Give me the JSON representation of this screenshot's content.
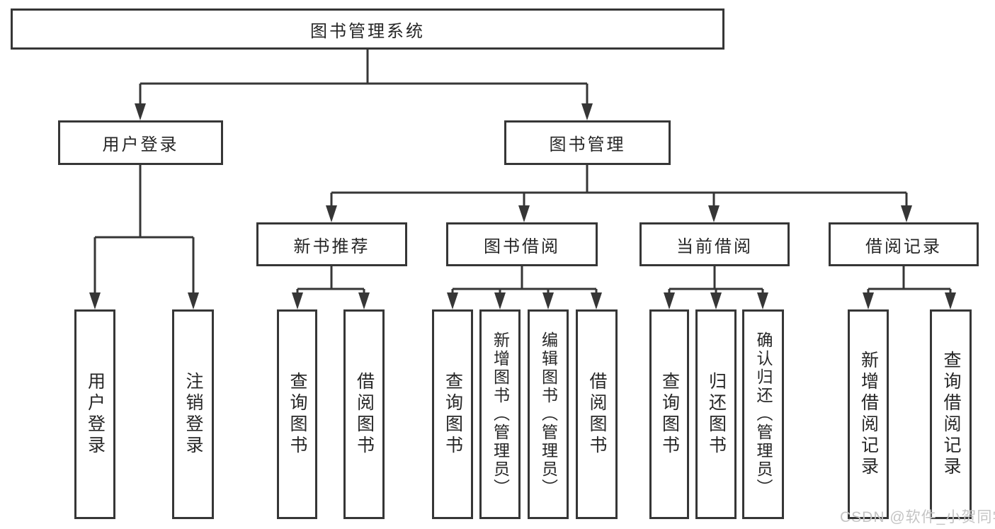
{
  "nodes": {
    "root": "图书管理系统",
    "user_login": "用户登录",
    "book_management": "图书管理",
    "new_book_recommend": "新书推荐",
    "book_borrowing": "图书借阅",
    "current_borrowing": "当前借阅",
    "borrowing_records": "借阅记录",
    "leaf_user_login": "用户登录",
    "leaf_logout": "注销登录",
    "leaf_nbr_query_books": "查询图书",
    "leaf_nbr_borrow_books": "借阅图书",
    "leaf_bb_query_books": "查询图书",
    "leaf_bb_add_books": "新增图书（管理员）",
    "leaf_bb_edit_books": "编辑图书（管理员）",
    "leaf_bb_borrow_books": "借阅图书",
    "leaf_cb_query_books": "查询图书",
    "leaf_cb_return_books": "归还图书",
    "leaf_cb_confirm_return": "确认归还（管理员）",
    "leaf_br_add_record": "新增借阅记录",
    "leaf_br_query_record": "查询借阅记录"
  },
  "watermark": "CSDN @软件_小贺同学",
  "colors": {
    "line": "#363636",
    "box_border": "#363636",
    "text": "#262626",
    "watermark": "#c4c4c4",
    "background": "#ffffff"
  }
}
